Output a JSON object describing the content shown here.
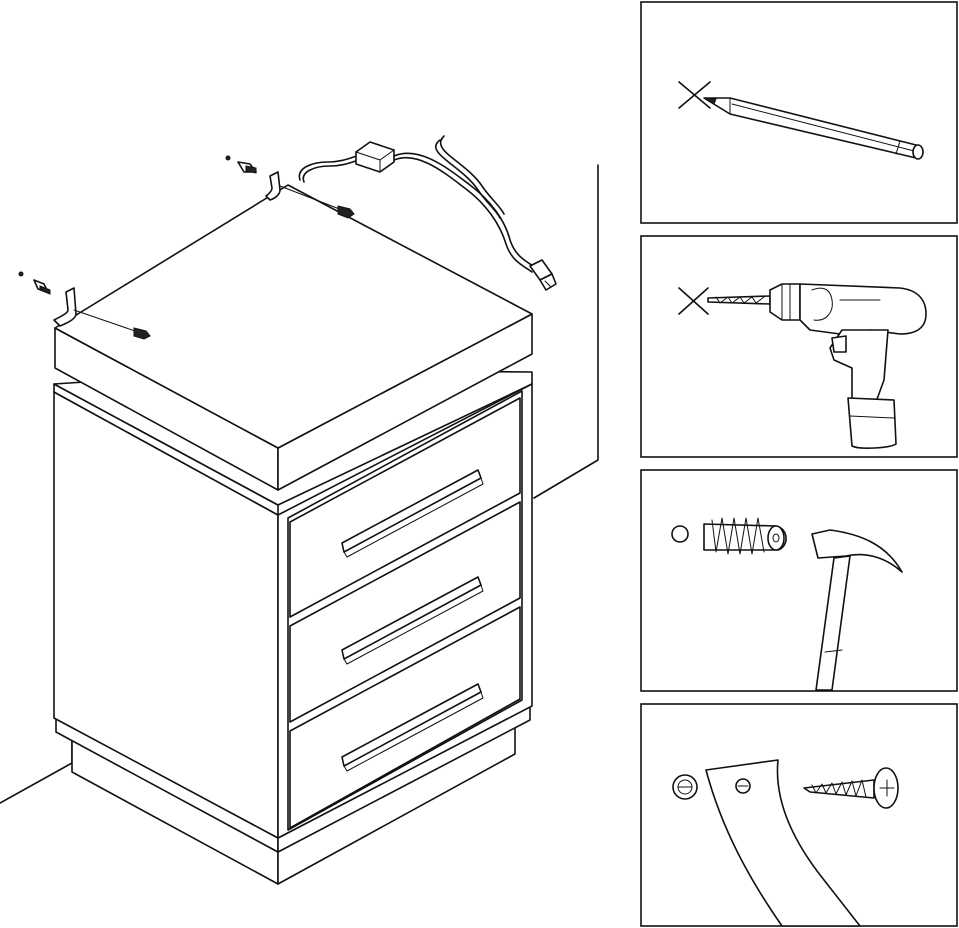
{
  "figure": {
    "main_view": "nightstand-wall-mount-assembly",
    "steps": [
      {
        "id": 1,
        "icon": "pencil-icon",
        "mark": "cross-mark-icon"
      },
      {
        "id": 2,
        "icon": "drill-icon",
        "mark": "cross-mark-icon"
      },
      {
        "id": 3,
        "icon": "hammer-icon",
        "parts": [
          "wall-plug-icon"
        ]
      },
      {
        "id": 4,
        "icon": "screw-icon",
        "parts": [
          "wall-bracket-icon"
        ]
      }
    ]
  },
  "colors": {
    "line": "#111111",
    "background": "#ffffff"
  }
}
